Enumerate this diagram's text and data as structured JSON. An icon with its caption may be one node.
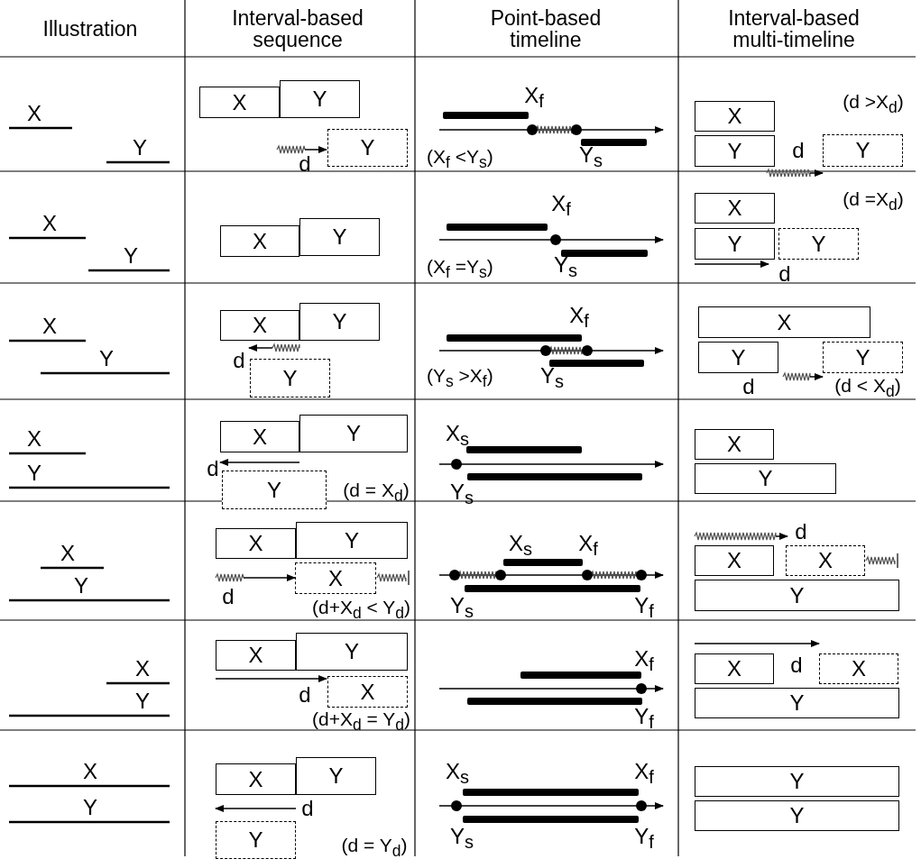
{
  "diagram": {
    "nodes": [
      {
        "text": [
          "X"
        ]
      },
      {
        "text": [
          "Y"
        ]
      },
      {
        "text": [
          "Y"
        ]
      },
      {
        "text": [
          "X"
        ]
      },
      {
        "text": [
          "Y"
        ]
      },
      {
        "text": [
          "Y"
        ]
      },
      {
        "text": [
          "X"
        ]
      },
      {
        "text": [
          "Y"
        ]
      },
      {
        "text": [
          "X"
        ]
      },
      {
        "text": [
          "Y"
        ]
      },
      {
        "text": [
          "Y"
        ]
      },
      {
        "text": [
          "X"
        ]
      },
      {
        "text": [
          "Y"
        ]
      },
      {
        "text": [
          "Y"
        ]
      },
      {
        "text": [
          "X"
        ]
      },
      {
        "text": [
          "Y"
        ]
      },
      {
        "text": [
          "Y"
        ]
      },
      {
        "text": [
          "X"
        ]
      },
      {
        "text": [
          "Y"
        ]
      },
      {
        "text": [
          "Y"
        ]
      },
      {
        "text": [
          "X"
        ]
      },
      {
        "text": [
          "Y"
        ]
      },
      {
        "text": [
          "X"
        ]
      },
      {
        "text": [
          "Y"
        ]
      },
      {
        "text": [
          "X"
        ]
      },
      {
        "text": [
          "X"
        ]
      },
      {
        "text": [
          "X"
        ]
      },
      {
        "text": [
          "Y"
        ]
      },
      {
        "text": [
          "X"
        ]
      },
      {
        "text": [
          "Y"
        ]
      },
      {
        "text": [
          "X"
        ]
      },
      {
        "text": [
          "X"
        ]
      },
      {
        "text": [
          "X"
        ]
      },
      {
        "text": [
          "Y"
        ]
      },
      {
        "text": [
          "X"
        ]
      },
      {
        "text": [
          "Y"
        ]
      },
      {
        "text": [
          "Y"
        ]
      },
      {
        "text": [
          "Y"
        ]
      },
      {
        "text": [
          "Y"
        ]
      }
    ],
    "labels": [
      "Illustration",
      "Interval-based sequence",
      "Point-based timeline",
      "Interval-based multi-timeline",
      "X",
      "Y",
      "d",
      "X$_{f}$",
      "(X$_{f}$ <Y$_{s}$)",
      "Y$_{s}$",
      "(d >X$_{d}$)",
      "d",
      "X",
      "Y",
      "X$_{f}$",
      "(X$_{f}$ =Y$_{s}$)",
      "Y$_{s}$",
      "(d =X$_{d}$)",
      "d",
      "X",
      "Y",
      "d",
      "X$_{f}$",
      "(Y$_{s}$ >X$_{f}$)",
      "Y$_{s}$",
      "d",
      "(d < X$_{d}$)",
      "X",
      "Y",
      "d",
      "(d = X$_{d}$)",
      "X$_{s}$",
      "Y$_{s}$",
      "X",
      "Y",
      "d",
      "(d+X$_{d}$ < Y$_{d}$)",
      "X$_{s}$",
      "X$_{f}$",
      "Y$_{s}$",
      "Y$_{f}$",
      "d",
      "X",
      "Y",
      "d",
      "(d+X$_{d}$ = Y$_{d}$)",
      "X$_{f}$",
      "Y$_{f}$",
      "d",
      "X",
      "Y",
      "d",
      "(d = Y$_{d}$)",
      "X$_{s}$",
      "X$_{f}$",
      "Y$_{s}$",
      "Y$_{f}$"
    ]
  }
}
